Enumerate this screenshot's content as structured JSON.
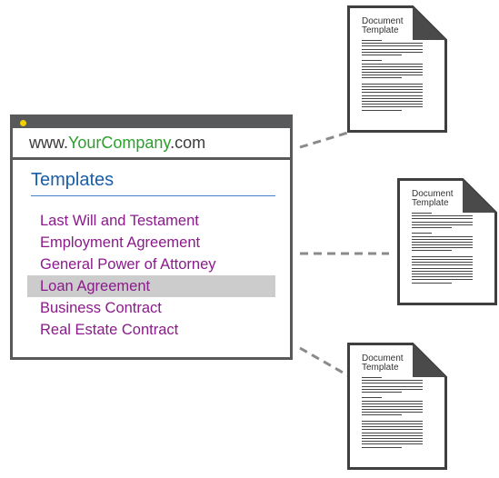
{
  "browser": {
    "url_prefix": "www.",
    "url_host": "YourCompany",
    "url_suffix": ".com",
    "section_title": "Templates",
    "templates": [
      {
        "label": "Last Will and Testament",
        "selected": false
      },
      {
        "label": "Employment Agreement",
        "selected": false
      },
      {
        "label": "General Power of Attorney",
        "selected": false
      },
      {
        "label": "Loan Agreement",
        "selected": true
      },
      {
        "label": "Business Contract",
        "selected": false
      },
      {
        "label": "Real Estate Contract",
        "selected": false
      }
    ]
  },
  "documents": [
    {
      "label_line1": "Document",
      "label_line2": "Template"
    },
    {
      "label_line1": "Document",
      "label_line2": "Template"
    },
    {
      "label_line1": "Document",
      "label_line2": "Template"
    }
  ],
  "colors": {
    "frame": "#58595b",
    "url_host": "#2ca02c",
    "title": "#1a5ea8",
    "link": "#8b1a8b",
    "selected_bg": "#cccccc",
    "window_dot": "#f0d000"
  }
}
